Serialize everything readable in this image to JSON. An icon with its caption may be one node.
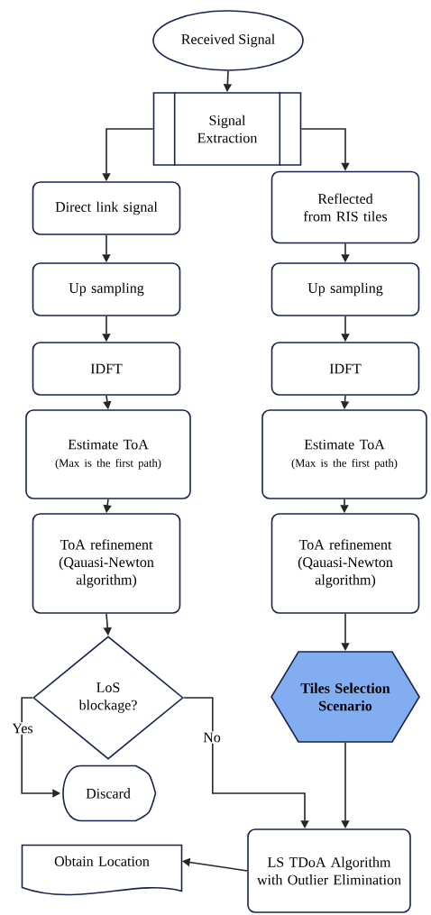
{
  "diagram": {
    "nodes": [
      {
        "text": [
          "Received Signal"
        ]
      },
      {
        "text": [
          "Signal Extraction"
        ]
      },
      {
        "text": [
          "Direct link signal"
        ]
      },
      {
        "text": [
          "Reflected from RIS tiles"
        ]
      },
      {
        "text": [
          "Up sampling"
        ]
      },
      {
        "text": [
          "Up sampling"
        ]
      },
      {
        "text": [
          "IDFT"
        ]
      },
      {
        "text": [
          "IDFT"
        ]
      },
      {
        "text": [
          "Estimate ToA",
          "(Max is the first path)"
        ]
      },
      {
        "text": [
          "Estimate ToA",
          "(Max is the first path)"
        ]
      },
      {
        "text": [
          "ToA refinement (Qauasi-Newton algorithm)"
        ]
      },
      {
        "text": [
          "ToA refinement (Qauasi-Newton algorithm)"
        ]
      },
      {
        "text": [
          "LoS blockage?"
        ]
      },
      {
        "text": [
          "Tiles Selection Scenario"
        ]
      },
      {
        "text": [
          "Discard"
        ]
      },
      {
        "text": [
          "LS TDoA Algorithm with Outlier Elimination"
        ]
      },
      {
        "text": [
          "Obtain Location"
        ]
      }
    ],
    "edges": [
      {
        "from": 0,
        "to": 1,
        "arrow": "to"
      },
      {
        "from": 1,
        "to": 2,
        "arrow": "to"
      },
      {
        "from": 1,
        "to": 3,
        "arrow": "to"
      },
      {
        "from": 2,
        "to": 4,
        "arrow": "to"
      },
      {
        "from": 4,
        "to": 6,
        "arrow": "to"
      },
      {
        "from": 6,
        "to": 8,
        "arrow": "to"
      },
      {
        "from": 8,
        "to": 10,
        "arrow": "to"
      },
      {
        "from": 10,
        "to": 12,
        "arrow": "to"
      },
      {
        "from": 12,
        "to": 14,
        "arrow": "to",
        "label": "Yes"
      },
      {
        "from": 12,
        "to": 15,
        "arrow": "to",
        "label": "No"
      },
      {
        "from": 3,
        "to": 5,
        "arrow": "to"
      },
      {
        "from": 5,
        "to": 7,
        "arrow": "to"
      },
      {
        "from": 7,
        "to": 9,
        "arrow": "to"
      },
      {
        "from": 9,
        "to": 11,
        "arrow": "to"
      },
      {
        "from": 11,
        "to": 13,
        "arrow": "to"
      },
      {
        "from": 13,
        "to": 15,
        "arrow": "to"
      },
      {
        "from": 15,
        "to": 16,
        "arrow": "to"
      }
    ]
  }
}
